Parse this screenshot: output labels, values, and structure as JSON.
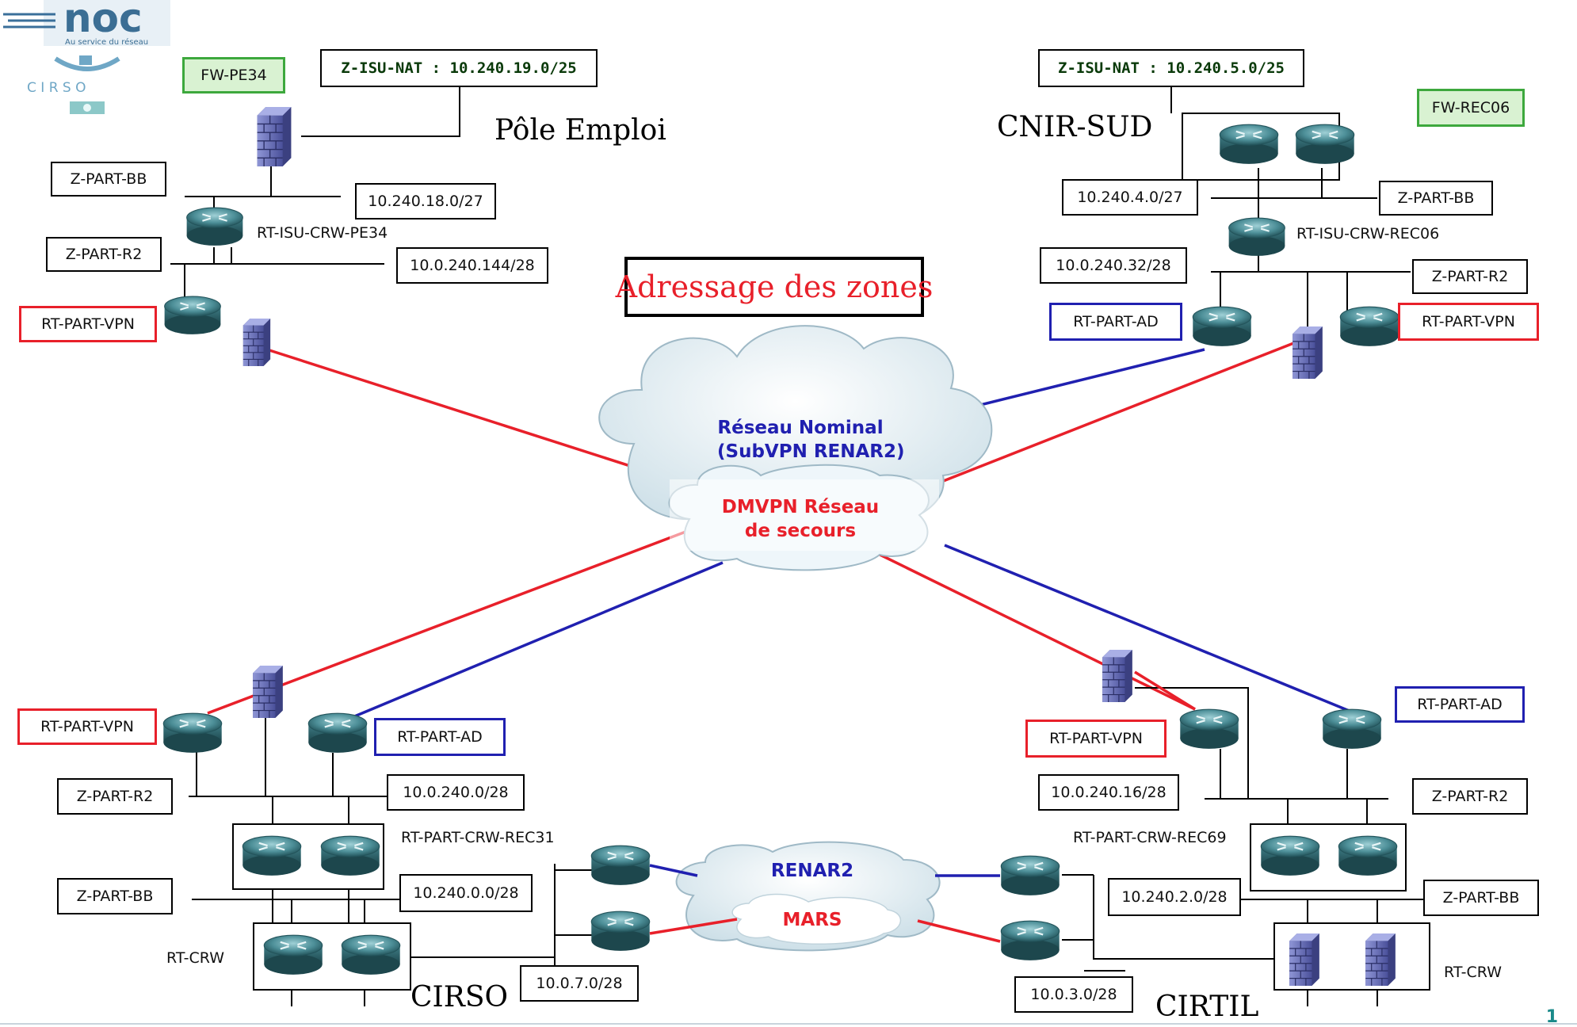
{
  "logo": {
    "name": "noc",
    "tagline": "Au service du réseau",
    "org": "C I R S O"
  },
  "diagram_title": "Adressage des zones",
  "clouds": {
    "nominal": {
      "line1": "Réseau Nominal",
      "line2": "(SubVPN RENAR2)"
    },
    "dmvpn": {
      "line1": "DMVPN Réseau",
      "line2": "de secours"
    },
    "renar2": "RENAR2",
    "mars": "MARS"
  },
  "sites": {
    "pe": "Pôle Emploi",
    "cnir": "CNIR-SUD",
    "cirso": "CIRSO",
    "cirtil": "CIRTIL"
  },
  "pe": {
    "fw": "FW-PE34",
    "nat": "Z-ISU-NAT : 10.240.19.0/25",
    "zbb": "Z-PART-BB",
    "net1": "10.240.18.0/27",
    "router": "RT-ISU-CRW-PE34",
    "zr2": "Z-PART-R2",
    "net2": "10.0.240.144/28",
    "vpn": "RT-PART-VPN"
  },
  "cnir": {
    "nat": "Z-ISU-NAT : 10.240.5.0/25",
    "fw": "FW-REC06",
    "net1": "10.240.4.0/27",
    "zbb": "Z-PART-BB",
    "router": "RT-ISU-CRW-REC06",
    "net2": "10.0.240.32/28",
    "zr2": "Z-PART-R2",
    "ad": "RT-PART-AD",
    "vpn": "RT-PART-VPN"
  },
  "cirso": {
    "vpn": "RT-PART-VPN",
    "ad": "RT-PART-AD",
    "zr2": "Z-PART-R2",
    "net1": "10.0.240.0/28",
    "crw_rec": "RT-PART-CRW-REC31",
    "zbb": "Z-PART-BB",
    "net2": "10.240.0.0/28",
    "crw": "RT-CRW",
    "net3": "10.0.7.0/28"
  },
  "cirtil": {
    "vpn": "RT-PART-VPN",
    "ad": "RT-PART-AD",
    "net1": "10.0.240.16/28",
    "zr2": "Z-PART-R2",
    "crw_rec": "RT-PART-CRW-REC69",
    "net2": "10.240.2.0/28",
    "zbb": "Z-PART-BB",
    "crw": "RT-CRW",
    "net3": "10.0.3.0/28"
  },
  "page_number": "1",
  "colors": {
    "vpn_link": "#e8202a",
    "ad_link": "#2020b0",
    "router": "#2f6f78",
    "firewall": "#6a72b8"
  }
}
